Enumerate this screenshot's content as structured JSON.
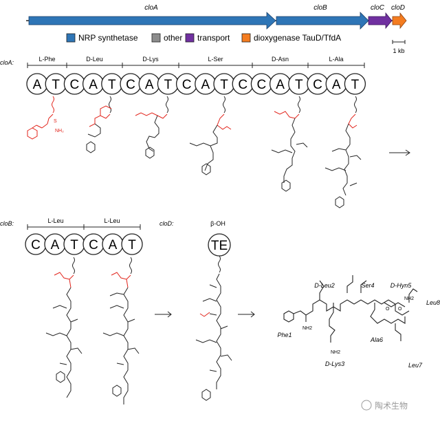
{
  "genes": [
    {
      "name": "cloA",
      "color": "#2E75B6"
    },
    {
      "name": "cloB",
      "color": "#2E75B6"
    },
    {
      "name": "cloC",
      "color": "#7030A0"
    },
    {
      "name": "cloD",
      "color": "#F47C20"
    }
  ],
  "legend": [
    {
      "label": "NRP synthetase",
      "color": "#2E75B6"
    },
    {
      "label": "other",
      "color": "#8C8C8C"
    },
    {
      "label": "transport",
      "color": "#7030A0"
    },
    {
      "label": "dioxygenase TauD/TfdA",
      "color": "#F47C20"
    }
  ],
  "scale_label": "1 kb",
  "cloA": {
    "label": "cloA:",
    "modules": [
      "L-Phe",
      "D-Leu",
      "D-Lys",
      "L-Ser",
      "D-Asn",
      "L-Ala"
    ],
    "domains": [
      "A",
      "T",
      "C",
      "A",
      "T",
      "C",
      "A",
      "T",
      "C",
      "A",
      "T",
      "C",
      "C",
      "A",
      "T",
      "C",
      "A",
      "T"
    ]
  },
  "cloB": {
    "label": "cloB:",
    "modules": [
      "L-Leu",
      "L-Leu"
    ],
    "domains": [
      "C",
      "A",
      "T",
      "C",
      "A",
      "T"
    ]
  },
  "cloD": {
    "label": "cloD:",
    "modification": "β-OH",
    "domain": "TE"
  },
  "product": {
    "residues": [
      "D-Leu2",
      "Ser4",
      "D-Hyn5",
      "Leu8",
      "Phe1",
      "D-Lys3",
      "Ala6",
      "Leu7"
    ],
    "groups": [
      "NH2",
      "NH2",
      "NH2",
      "O",
      "O"
    ]
  },
  "watermark": "陶术生物"
}
